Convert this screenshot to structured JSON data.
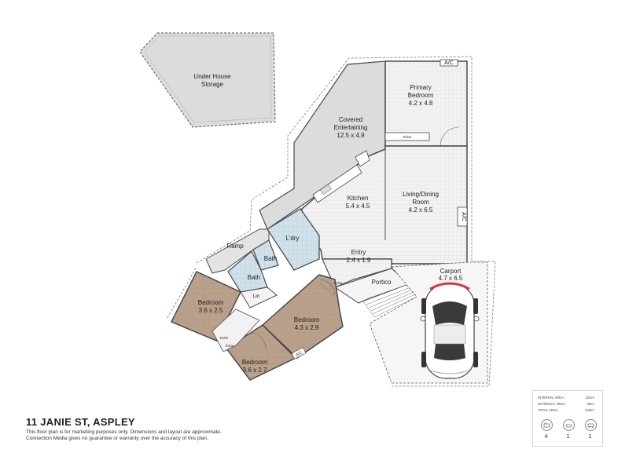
{
  "title": "11 JANIE ST, ASPLEY",
  "disclaimer": {
    "line1": "This floor plan is for marketing purposes only. Dimensions and layout are approximate.",
    "line2": "Connection Media gives no guarantee or warranty over the accuracy of this plan."
  },
  "rooms": {
    "storage": {
      "line1": "Under House",
      "line2": "Storage"
    },
    "entertaining": {
      "line1": "Covered",
      "line2": "Entertaining",
      "dims": "12.5 x 4.9"
    },
    "primary": {
      "line1": "Primary",
      "line2": "Bedroom",
      "dims": "4.2 x 4.8"
    },
    "kitchen": {
      "name": "Kitchen",
      "dims": "5.4 x 4.5"
    },
    "living": {
      "line1": "Living/Dining",
      "line2": "Room",
      "dims": "4.2 x 6.5"
    },
    "ldry": {
      "name": "L'dry"
    },
    "ramp": {
      "name": "Ramp"
    },
    "bath1": {
      "name": "Bath"
    },
    "bath2": {
      "name": "Bath"
    },
    "entry": {
      "name": "Entry",
      "dims": "2.4 x 1.9"
    },
    "portico": {
      "name": "Portico"
    },
    "carport": {
      "name": "Carport",
      "dims": "4.7 x 6.5"
    },
    "lin": {
      "name": "Lin"
    },
    "bed1": {
      "name": "Bedroom",
      "dims": "3.6 x 2.5"
    },
    "bed2": {
      "name": "Bedroom",
      "dims": "4.3 x 2.9"
    },
    "bed3": {
      "name": "Bedroom",
      "dims": "3.6 x 2.7"
    }
  },
  "labels": {
    "ac_top": "A/C",
    "ac_side": "A/C",
    "ac_bed": "A/C",
    "robe_primary": "Robe",
    "robe_center": "Robe",
    "robe_bed1": "Robe",
    "robe_bed3": "Robe"
  },
  "areas": {
    "internal": {
      "label": "INTERNAL AREA:",
      "value": "131m²"
    },
    "external": {
      "label": "EXTERNAL AREA:",
      "value": "65m²"
    },
    "total": {
      "label": "TOTAL AREA:",
      "value": "226m²"
    }
  },
  "counts": {
    "bedrooms": "4",
    "bathrooms": "1",
    "car": "1"
  },
  "icons": [
    "bed-icon",
    "bath-icon",
    "car-icon"
  ],
  "colors": {
    "wood": "#b9a08a",
    "gray_area": "#dcdcdc",
    "tile": "#eeeeee",
    "wet_area": "#cfe1ea",
    "wall": "#4a4a4a",
    "dash": "#777777"
  }
}
